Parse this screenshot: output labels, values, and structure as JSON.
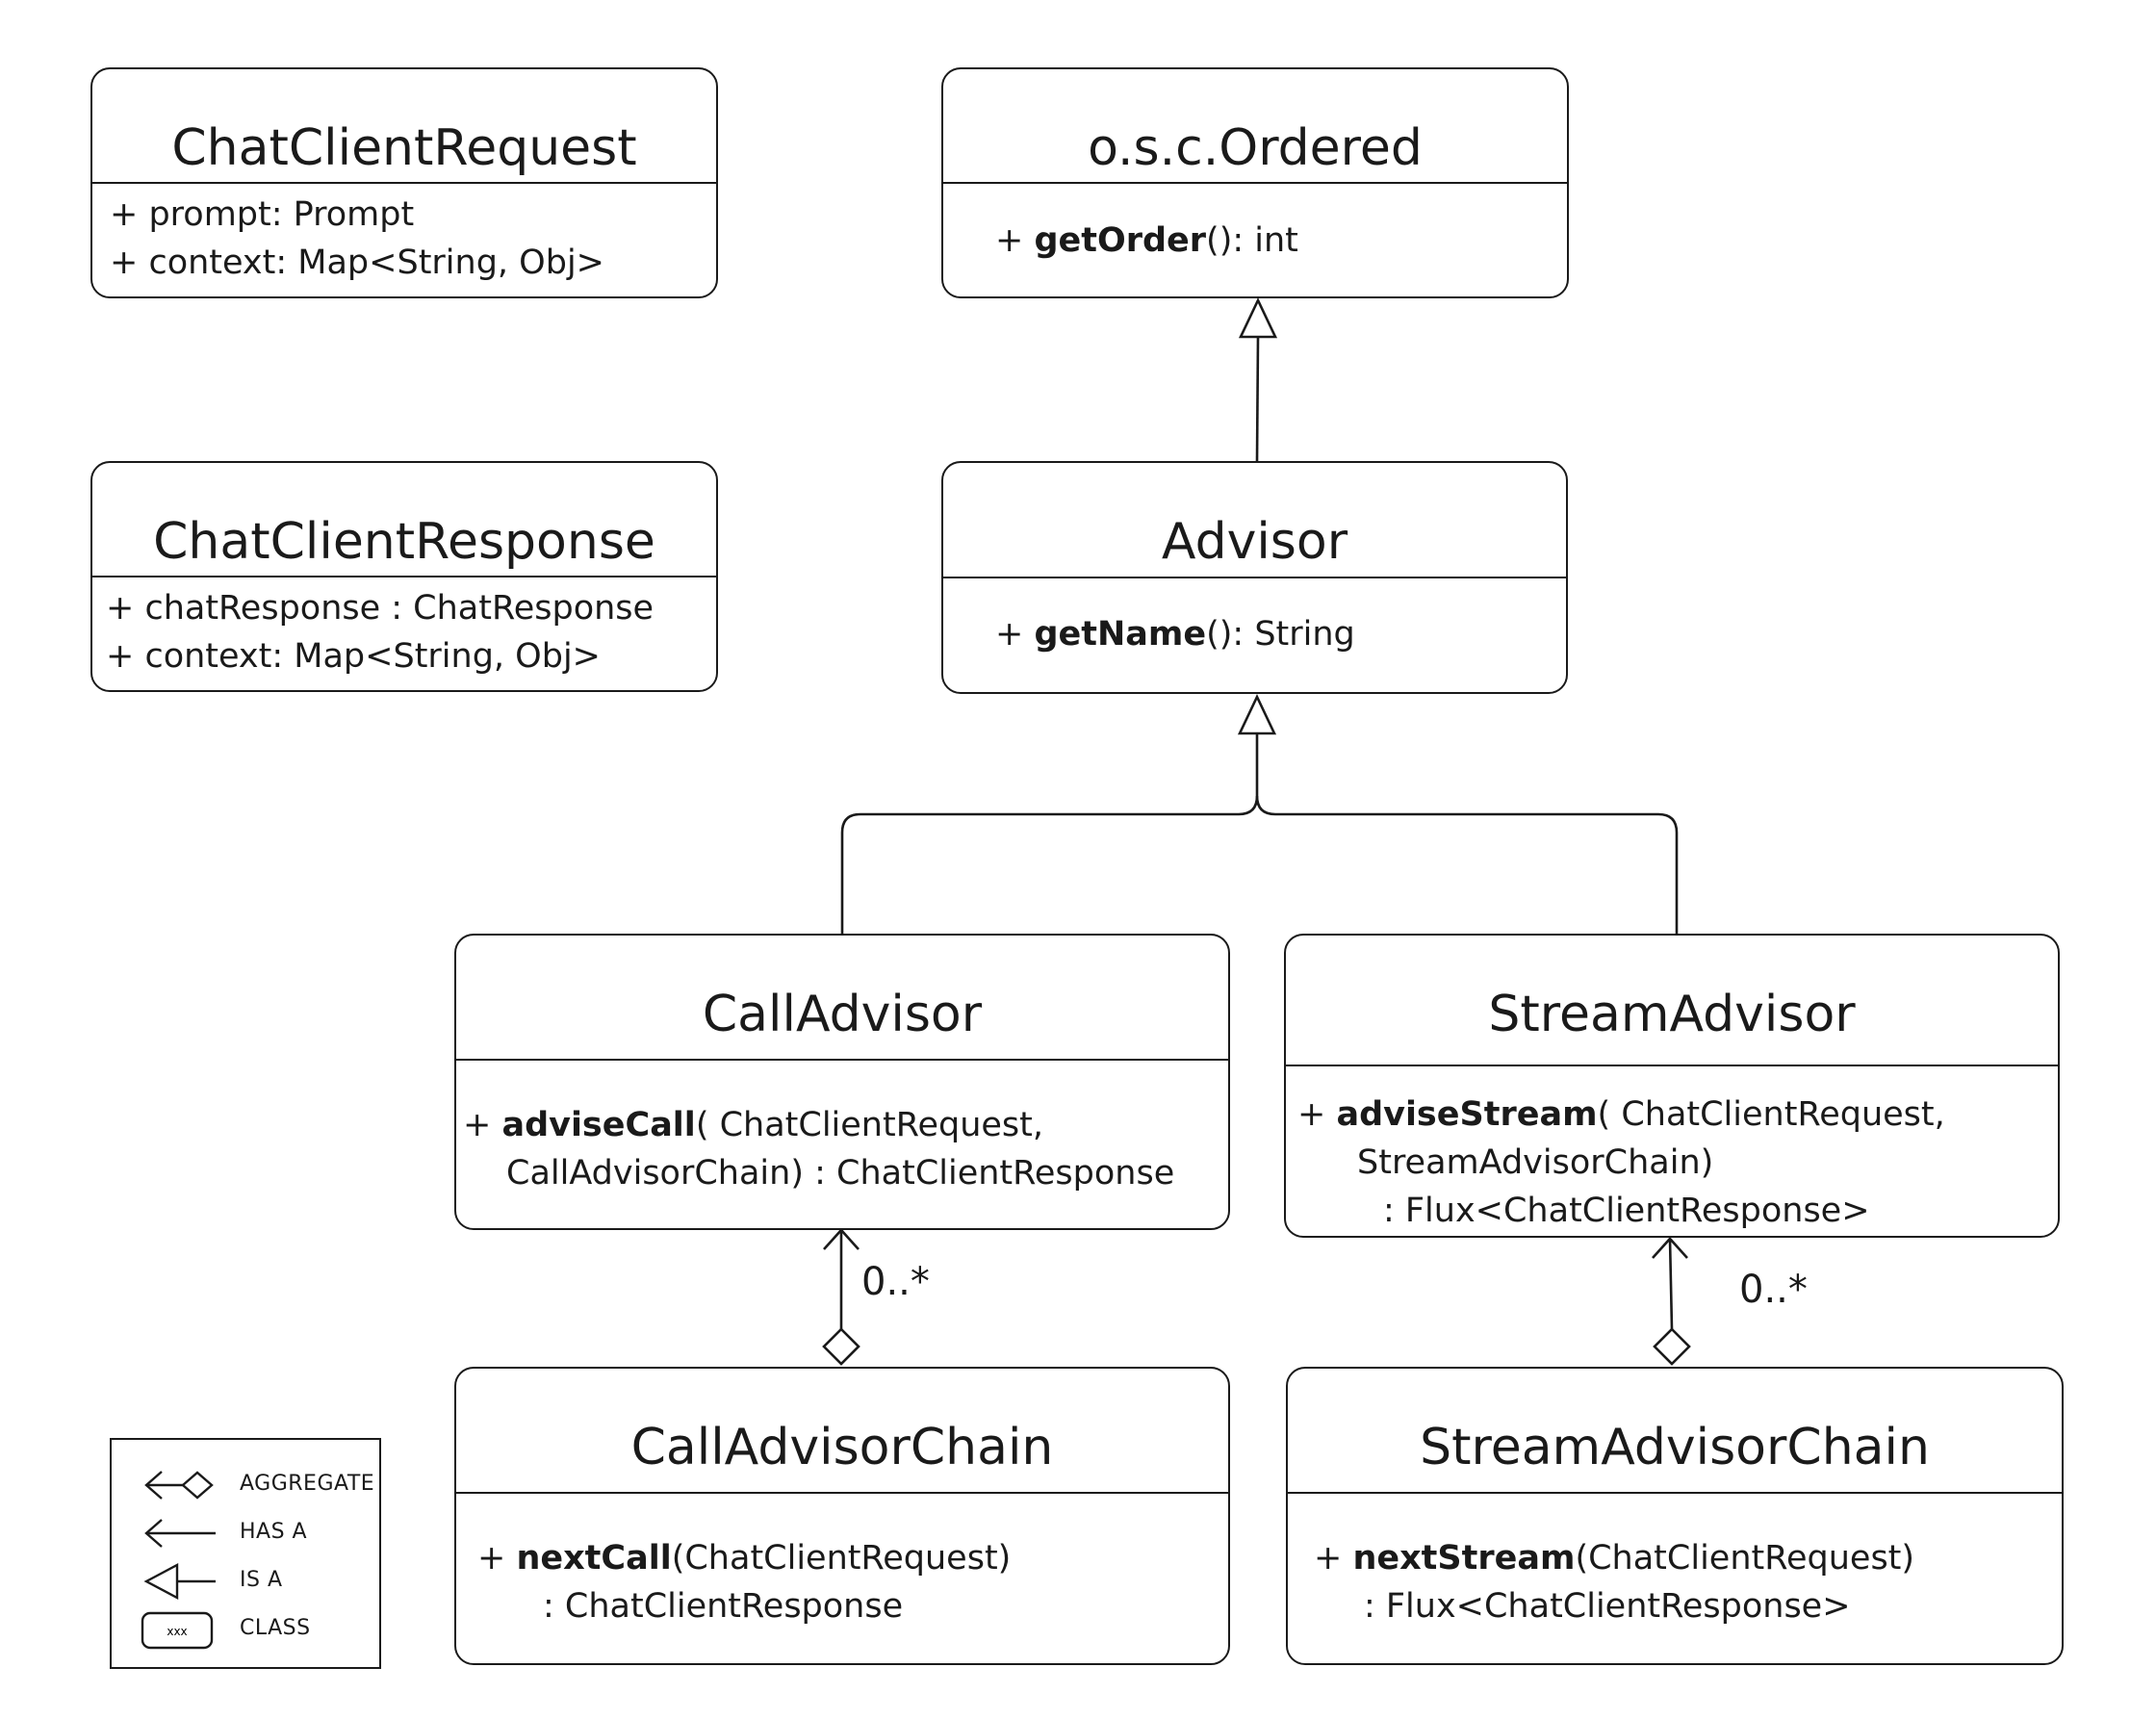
{
  "classes": {
    "chat_client_request": {
      "name": "ChatClientRequest",
      "attributes": [
        "+ prompt: Prompt",
        "+ context: Map<String, Obj>"
      ]
    },
    "chat_client_response": {
      "name": "ChatClientResponse",
      "attributes": [
        "+ chatResponse : ChatResponse",
        "+ context: Map<String, Obj>"
      ]
    },
    "ordered": {
      "name": "o.s.c.Ordered",
      "method": {
        "prefix": "+ ",
        "name": "getOrder",
        "suffix": "(): int"
      }
    },
    "advisor": {
      "name": "Advisor",
      "method": {
        "prefix": "+ ",
        "name": "getName",
        "suffix": "(): String"
      }
    },
    "call_advisor": {
      "name": "CallAdvisor",
      "method": {
        "prefix": "+ ",
        "name": "adviseCall",
        "suffix": "( ChatClientRequest,",
        "line2": "CallAdvisorChain) : ChatClientResponse"
      }
    },
    "stream_advisor": {
      "name": "StreamAdvisor",
      "method": {
        "prefix": "+ ",
        "name": "adviseStream",
        "suffix": "( ChatClientRequest,",
        "line2": "StreamAdvisorChain)",
        "line3": ": Flux<ChatClientResponse>"
      }
    },
    "call_advisor_chain": {
      "name": "CallAdvisorChain",
      "method": {
        "prefix": "+ ",
        "name": "nextCall",
        "suffix": "(ChatClientRequest)",
        "line2": ": ChatClientResponse"
      }
    },
    "stream_advisor_chain": {
      "name": "StreamAdvisorChain",
      "method": {
        "prefix": "+ ",
        "name": "nextStream",
        "suffix": "(ChatClientRequest)",
        "line2": ": Flux<ChatClientResponse>"
      }
    }
  },
  "multiplicities": {
    "call": "0..*",
    "stream": "0..*"
  },
  "legend": {
    "aggregate": "AGGREGATE",
    "has_a": "HAS A",
    "is_a": "IS A",
    "class": "CLASS",
    "class_icon_text": "xxx"
  }
}
